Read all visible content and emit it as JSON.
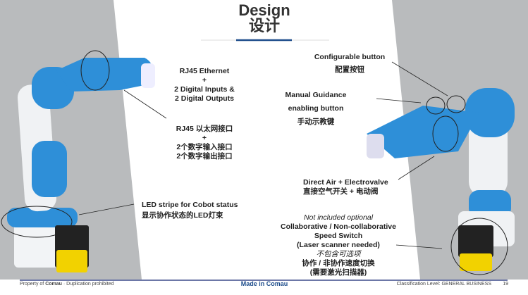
{
  "title": {
    "en": "Design",
    "zh": "设计"
  },
  "callouts": {
    "rj45": {
      "l1": "RJ45 Ethernet",
      "l2": "+",
      "l3": "2 Digital Inputs &",
      "l4": "2 Digital Outputs"
    },
    "rj45_zh": {
      "l1": "RJ45 以太网接口",
      "l2": "+",
      "l3": "2个数字输入接口",
      "l4": "2个数字输出接口"
    },
    "led": {
      "en": "LED stripe for Cobot status",
      "zh": "显示协作状态的LED灯束"
    },
    "config": {
      "en": "Configurable button",
      "zh": "配置按钮"
    },
    "manual": {
      "l1": "Manual Guidance",
      "l2": "enabling button",
      "zh": "手动示教键"
    },
    "air": {
      "en": "Direct Air + Electrovalve",
      "zh": "直接空气开关 + 电动阀"
    },
    "speed": {
      "l1": "Not included optional",
      "l2": "Collaborative / Non-collaborative",
      "l3": "Speed Switch",
      "l4": "(Laser scanner needed)",
      "l5": "不包含可选项",
      "l6": "协作 / 非协作速度切换",
      "l7": "(需要激光扫描器)"
    }
  },
  "footer": {
    "left_prefix": "Property of ",
    "left_brand": "Comau",
    "left_suffix": " · Duplication prohibited",
    "center": "Made in Comau",
    "right": "Classification Level: GENERAL BUSINESS",
    "page": "19"
  },
  "colors": {
    "robot_blue": "#2e8fd8",
    "grey_bg": "#b9bbbd",
    "accent": "#1f4e8c"
  }
}
